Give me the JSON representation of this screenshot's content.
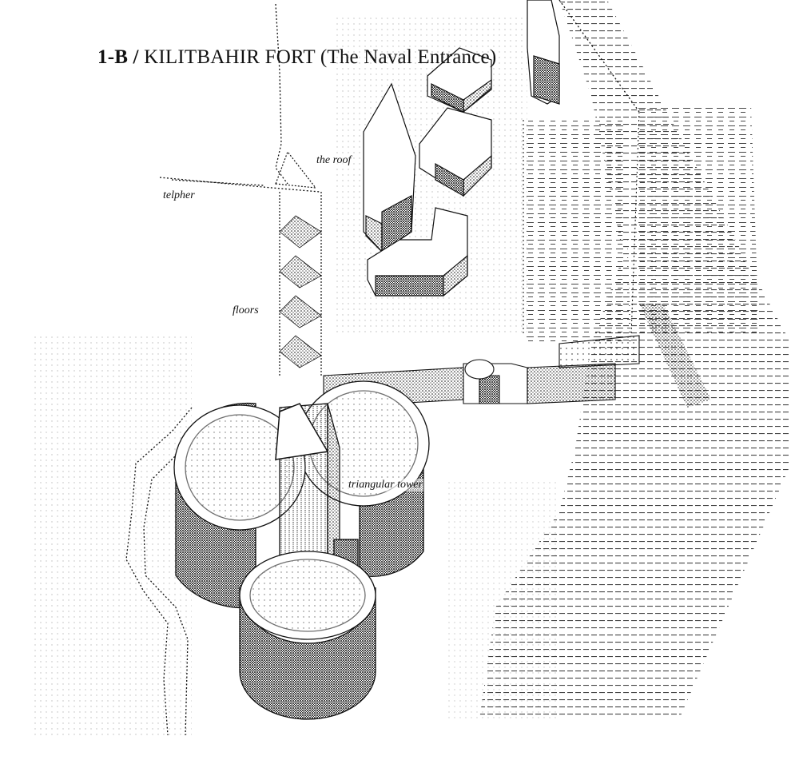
{
  "title": {
    "code": "1-B / ",
    "text": "KILITBAHIR FORT (The Naval Entrance)"
  },
  "labels": {
    "roof": "the roof",
    "telpher": "telpher",
    "floors": "floors",
    "tower": "triangular tower"
  },
  "colors": {
    "ink": "#111111",
    "paper": "#ffffff"
  }
}
